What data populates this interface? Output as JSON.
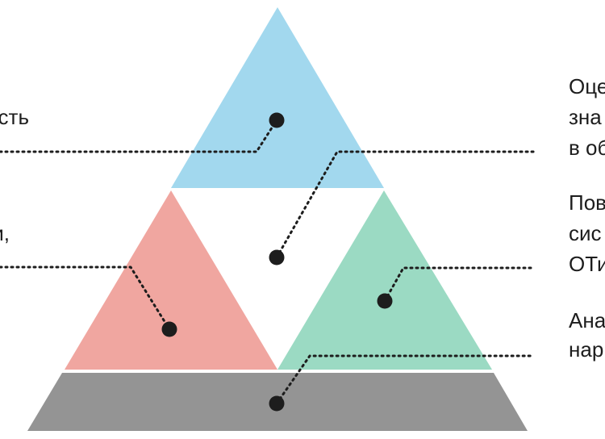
{
  "diagram": {
    "colors": {
      "top": "#a2d8ee",
      "left": "#f0a6a0",
      "right": "#9bdac3",
      "base": "#949494",
      "ink": "#1d1d1d",
      "background": "#ffffff"
    },
    "left_labels": [
      {
        "line1": "ость"
      },
      {
        "line1": "и,"
      }
    ],
    "right_labels": [
      {
        "line1": "Оце",
        "line2": "зна",
        "line3": "в об"
      },
      {
        "line1": "Пов",
        "line2": "сис",
        "line3": "ОТи"
      },
      {
        "line1": "Ана",
        "line2": "нар"
      }
    ]
  }
}
